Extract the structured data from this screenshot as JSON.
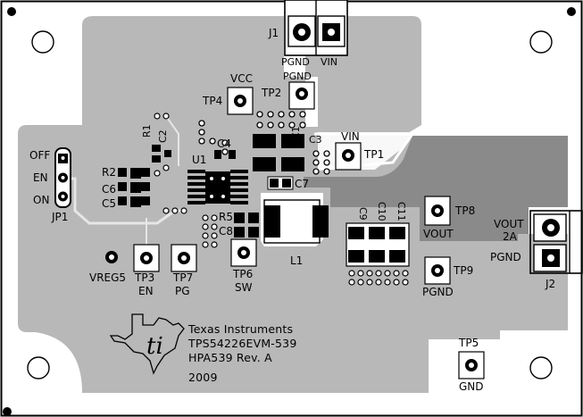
{
  "connectors": {
    "j1": {
      "ref": "J1",
      "pins": [
        "PGND",
        "VIN"
      ]
    },
    "j2": {
      "ref": "J2",
      "pins": [
        "VOUT",
        "2A",
        "PGND"
      ]
    },
    "jp1": {
      "ref": "JP1",
      "positions": [
        "OFF",
        "EN",
        "ON"
      ]
    }
  },
  "test_points": {
    "tp1": {
      "ref": "TP1",
      "net": "VIN"
    },
    "tp2": {
      "ref": "TP2",
      "net": "PGND"
    },
    "tp3": {
      "ref": "TP3",
      "net": "EN"
    },
    "tp4": {
      "ref": "TP4",
      "net": "VCC"
    },
    "tp5": {
      "ref": "TP5",
      "net": "GND"
    },
    "tp6": {
      "ref": "TP6",
      "net": "SW"
    },
    "tp7": {
      "ref": "TP7",
      "net": "PG"
    },
    "tp8": {
      "ref": "TP8",
      "net": "VOUT"
    },
    "tp9": {
      "ref": "TP9",
      "net": "PGND"
    },
    "vreg5": "VREG5"
  },
  "components": {
    "u1": "U1",
    "l1": "L1",
    "r1": "R1",
    "r2": "R2",
    "r5": "R5",
    "c1": "C1",
    "c2": "C2",
    "c3": "C3",
    "c4": "C4",
    "c5": "C5",
    "c6": "C6",
    "c7": "C7",
    "c8": "C8",
    "c9": "C9",
    "c10": "C10",
    "c11": "C11"
  },
  "silkscreen": {
    "company": "Texas Instruments",
    "board": "TPS54226EVM-539",
    "assembly": "HPA539 Rev. A",
    "year": "2009"
  },
  "colors": {
    "board_copper": "#b8b8b8",
    "plane": "#8a8a8a",
    "trace": "#e6e6e6",
    "pad": "#000000"
  }
}
